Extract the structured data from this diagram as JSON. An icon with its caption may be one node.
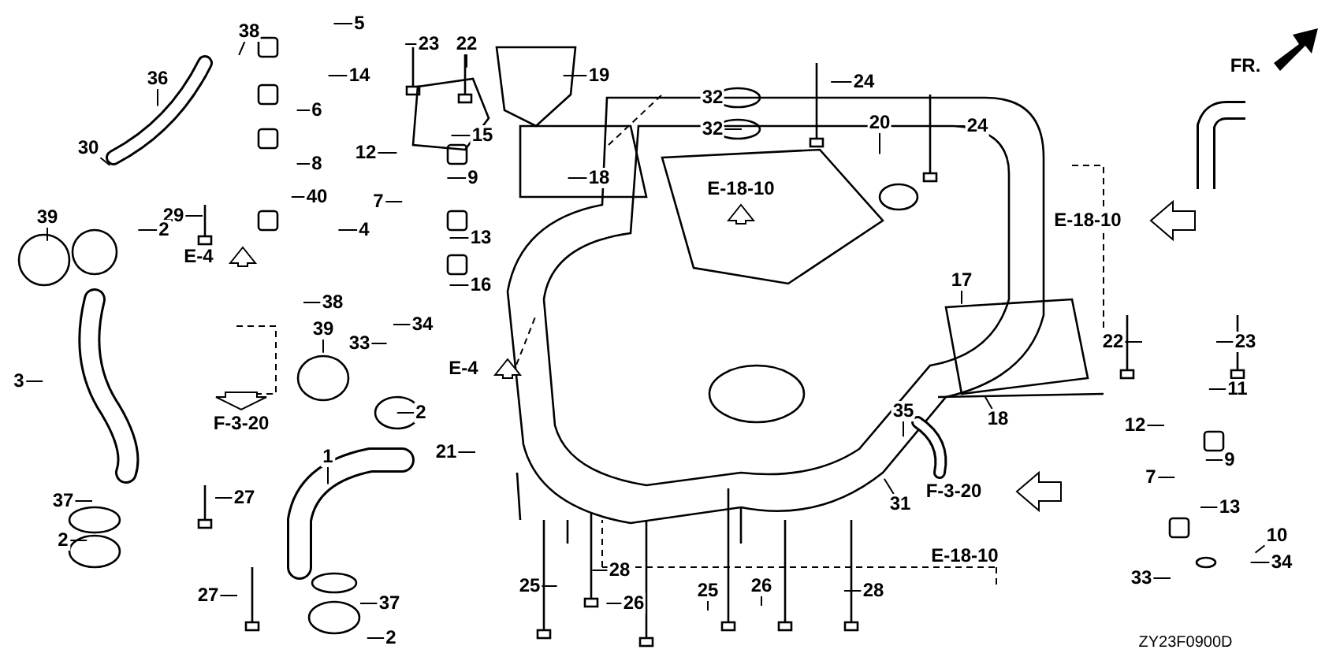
{
  "diagram": {
    "nodes": [
      {
        "text": [
          "5"
        ]
      },
      {
        "text": [
          "38"
        ]
      },
      {
        "text": [
          "23"
        ]
      },
      {
        "text": [
          "22"
        ]
      },
      {
        "text": [
          "19"
        ]
      },
      {
        "text": [
          "14"
        ]
      },
      {
        "text": [
          "36"
        ]
      },
      {
        "text": [
          "32"
        ]
      },
      {
        "text": [
          "24"
        ]
      },
      {
        "text": [
          "6"
        ]
      },
      {
        "text": [
          "20"
        ]
      },
      {
        "text": [
          "24"
        ]
      },
      {
        "text": [
          "32"
        ]
      },
      {
        "text": [
          "15"
        ]
      },
      {
        "text": [
          "30"
        ]
      },
      {
        "text": [
          "12"
        ]
      },
      {
        "text": [
          "8"
        ]
      },
      {
        "text": [
          "18"
        ]
      },
      {
        "text": [
          "9"
        ]
      },
      {
        "text": [
          "40"
        ]
      },
      {
        "text": [
          "7"
        ]
      },
      {
        "text": [
          "29"
        ]
      },
      {
        "text": [
          "39"
        ]
      },
      {
        "text": [
          "2"
        ]
      },
      {
        "text": [
          "4"
        ]
      },
      {
        "text": [
          "13"
        ]
      },
      {
        "text": [
          "17"
        ]
      },
      {
        "text": [
          "16"
        ]
      },
      {
        "text": [
          "38"
        ]
      },
      {
        "text": [
          "34"
        ]
      },
      {
        "text": [
          "39"
        ]
      },
      {
        "text": [
          "33"
        ]
      },
      {
        "text": [
          "22"
        ]
      },
      {
        "text": [
          "23"
        ]
      },
      {
        "text": [
          "3"
        ]
      },
      {
        "text": [
          "11"
        ]
      },
      {
        "text": [
          "35"
        ]
      },
      {
        "text": [
          "2"
        ]
      },
      {
        "text": [
          "18"
        ]
      },
      {
        "text": [
          "12"
        ]
      },
      {
        "text": [
          "21"
        ]
      },
      {
        "text": [
          "1"
        ]
      },
      {
        "text": [
          "9"
        ]
      },
      {
        "text": [
          "7"
        ]
      },
      {
        "text": [
          "27"
        ]
      },
      {
        "text": [
          "37"
        ]
      },
      {
        "text": [
          "31"
        ]
      },
      {
        "text": [
          "13"
        ]
      },
      {
        "text": [
          "10"
        ]
      },
      {
        "text": [
          "2"
        ]
      },
      {
        "text": [
          "34"
        ]
      },
      {
        "text": [
          "28"
        ]
      },
      {
        "text": [
          "33"
        ]
      },
      {
        "text": [
          "25"
        ]
      },
      {
        "text": [
          "26"
        ]
      },
      {
        "text": [
          "26"
        ]
      },
      {
        "text": [
          "25"
        ]
      },
      {
        "text": [
          "28"
        ]
      },
      {
        "text": [
          "27"
        ]
      },
      {
        "text": [
          "37"
        ]
      },
      {
        "text": [
          "2"
        ]
      }
    ],
    "edges": [
      {
        "from": 0,
        "to": null,
        "arrow": "none"
      },
      {
        "from": 1,
        "to": null,
        "arrow": "none"
      },
      {
        "from": 2,
        "to": null,
        "arrow": "none"
      },
      {
        "from": 3,
        "to": null,
        "arrow": "none"
      },
      {
        "from": 4,
        "to": null,
        "arrow": "none"
      },
      {
        "from": 5,
        "to": null,
        "arrow": "none"
      },
      {
        "from": 6,
        "to": null,
        "arrow": "none"
      },
      {
        "from": 7,
        "to": null,
        "arrow": "none"
      },
      {
        "from": 8,
        "to": null,
        "arrow": "none"
      },
      {
        "from": 9,
        "to": null,
        "arrow": "none"
      },
      {
        "from": 10,
        "to": null,
        "arrow": "none"
      },
      {
        "from": 11,
        "to": null,
        "arrow": "none"
      },
      {
        "from": 12,
        "to": null,
        "arrow": "none"
      },
      {
        "from": 13,
        "to": null,
        "arrow": "none"
      },
      {
        "from": 14,
        "to": null,
        "arrow": "none"
      },
      {
        "from": 15,
        "to": null,
        "arrow": "none"
      },
      {
        "from": 16,
        "to": null,
        "arrow": "none"
      },
      {
        "from": 17,
        "to": null,
        "arrow": "none"
      },
      {
        "from": 18,
        "to": null,
        "arrow": "none"
      },
      {
        "from": 19,
        "to": null,
        "arrow": "none"
      },
      {
        "from": 20,
        "to": null,
        "arrow": "none"
      },
      {
        "from": 21,
        "to": null,
        "arrow": "none"
      },
      {
        "from": 22,
        "to": null,
        "arrow": "none"
      },
      {
        "from": 23,
        "to": null,
        "arrow": "none"
      },
      {
        "from": 24,
        "to": null,
        "arrow": "none"
      },
      {
        "from": 25,
        "to": null,
        "arrow": "none"
      },
      {
        "from": 26,
        "to": null,
        "arrow": "none"
      },
      {
        "from": 27,
        "to": null,
        "arrow": "none"
      },
      {
        "from": 28,
        "to": null,
        "arrow": "none"
      },
      {
        "from": 29,
        "to": null,
        "arrow": "none"
      },
      {
        "from": 30,
        "to": null,
        "arrow": "none"
      },
      {
        "from": 31,
        "to": null,
        "arrow": "none"
      },
      {
        "from": 32,
        "to": null,
        "arrow": "none"
      },
      {
        "from": 33,
        "to": null,
        "arrow": "none"
      },
      {
        "from": 34,
        "to": null,
        "arrow": "none"
      },
      {
        "from": 35,
        "to": null,
        "arrow": "none"
      },
      {
        "from": 36,
        "to": null,
        "arrow": "none"
      },
      {
        "from": 37,
        "to": null,
        "arrow": "none"
      },
      {
        "from": 38,
        "to": null,
        "arrow": "none"
      },
      {
        "from": 39,
        "to": null,
        "arrow": "none"
      },
      {
        "from": 40,
        "to": null,
        "arrow": "none"
      },
      {
        "from": 41,
        "to": null,
        "arrow": "none"
      },
      {
        "from": 42,
        "to": null,
        "arrow": "none"
      },
      {
        "from": 43,
        "to": null,
        "arrow": "none"
      },
      {
        "from": 44,
        "to": null,
        "arrow": "none"
      },
      {
        "from": 45,
        "to": null,
        "arrow": "none"
      },
      {
        "from": 46,
        "to": null,
        "arrow": "none"
      },
      {
        "from": 47,
        "to": null,
        "arrow": "none"
      },
      {
        "from": 48,
        "to": null,
        "arrow": "none"
      },
      {
        "from": 49,
        "to": null,
        "arrow": "none"
      },
      {
        "from": 50,
        "to": null,
        "arrow": "none"
      },
      {
        "from": 51,
        "to": null,
        "arrow": "none"
      },
      {
        "from": 52,
        "to": null,
        "arrow": "none"
      },
      {
        "from": 53,
        "to": null,
        "arrow": "none"
      },
      {
        "from": 54,
        "to": null,
        "arrow": "none"
      },
      {
        "from": 55,
        "to": null,
        "arrow": "none"
      },
      {
        "from": 56,
        "to": null,
        "arrow": "none"
      },
      {
        "from": 57,
        "to": null,
        "arrow": "none"
      },
      {
        "from": 58,
        "to": null,
        "arrow": "none"
      },
      {
        "from": 59,
        "to": null,
        "arrow": "none"
      },
      {
        "from": 60,
        "to": null,
        "arrow": "none"
      }
    ],
    "labels": [
      "FR.",
      "E-18-10",
      "E-18-10",
      "E-4",
      "E-4",
      "F-3-20",
      "F-3-20",
      "E-18-10",
      "ZY23F0900D"
    ]
  }
}
